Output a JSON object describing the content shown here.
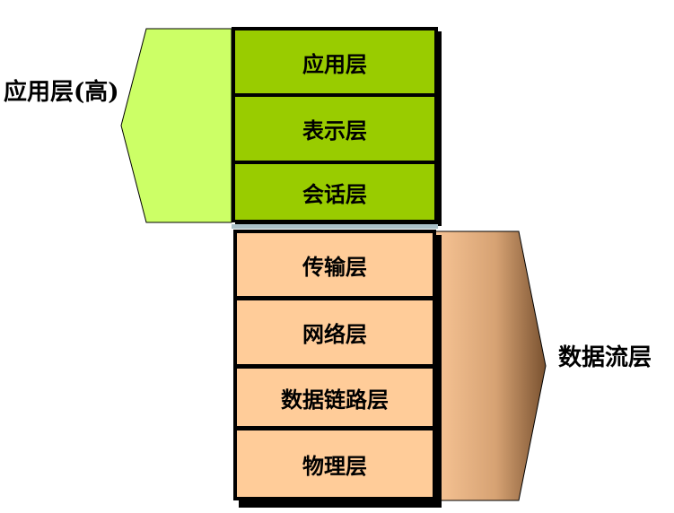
{
  "diagram": {
    "upper_group": {
      "label": "应用层(高)",
      "layers": [
        "应用层",
        "表示层",
        "会话层"
      ],
      "color": "#99cc00",
      "bracket_color": "#ccff66"
    },
    "lower_group": {
      "label": "数据流层",
      "layers": [
        "传输层",
        "网络层",
        "数据链路层",
        "物理层"
      ],
      "color": "#ffcc99",
      "bracket_gradient": [
        "#ffcc99",
        "#806040"
      ]
    }
  }
}
